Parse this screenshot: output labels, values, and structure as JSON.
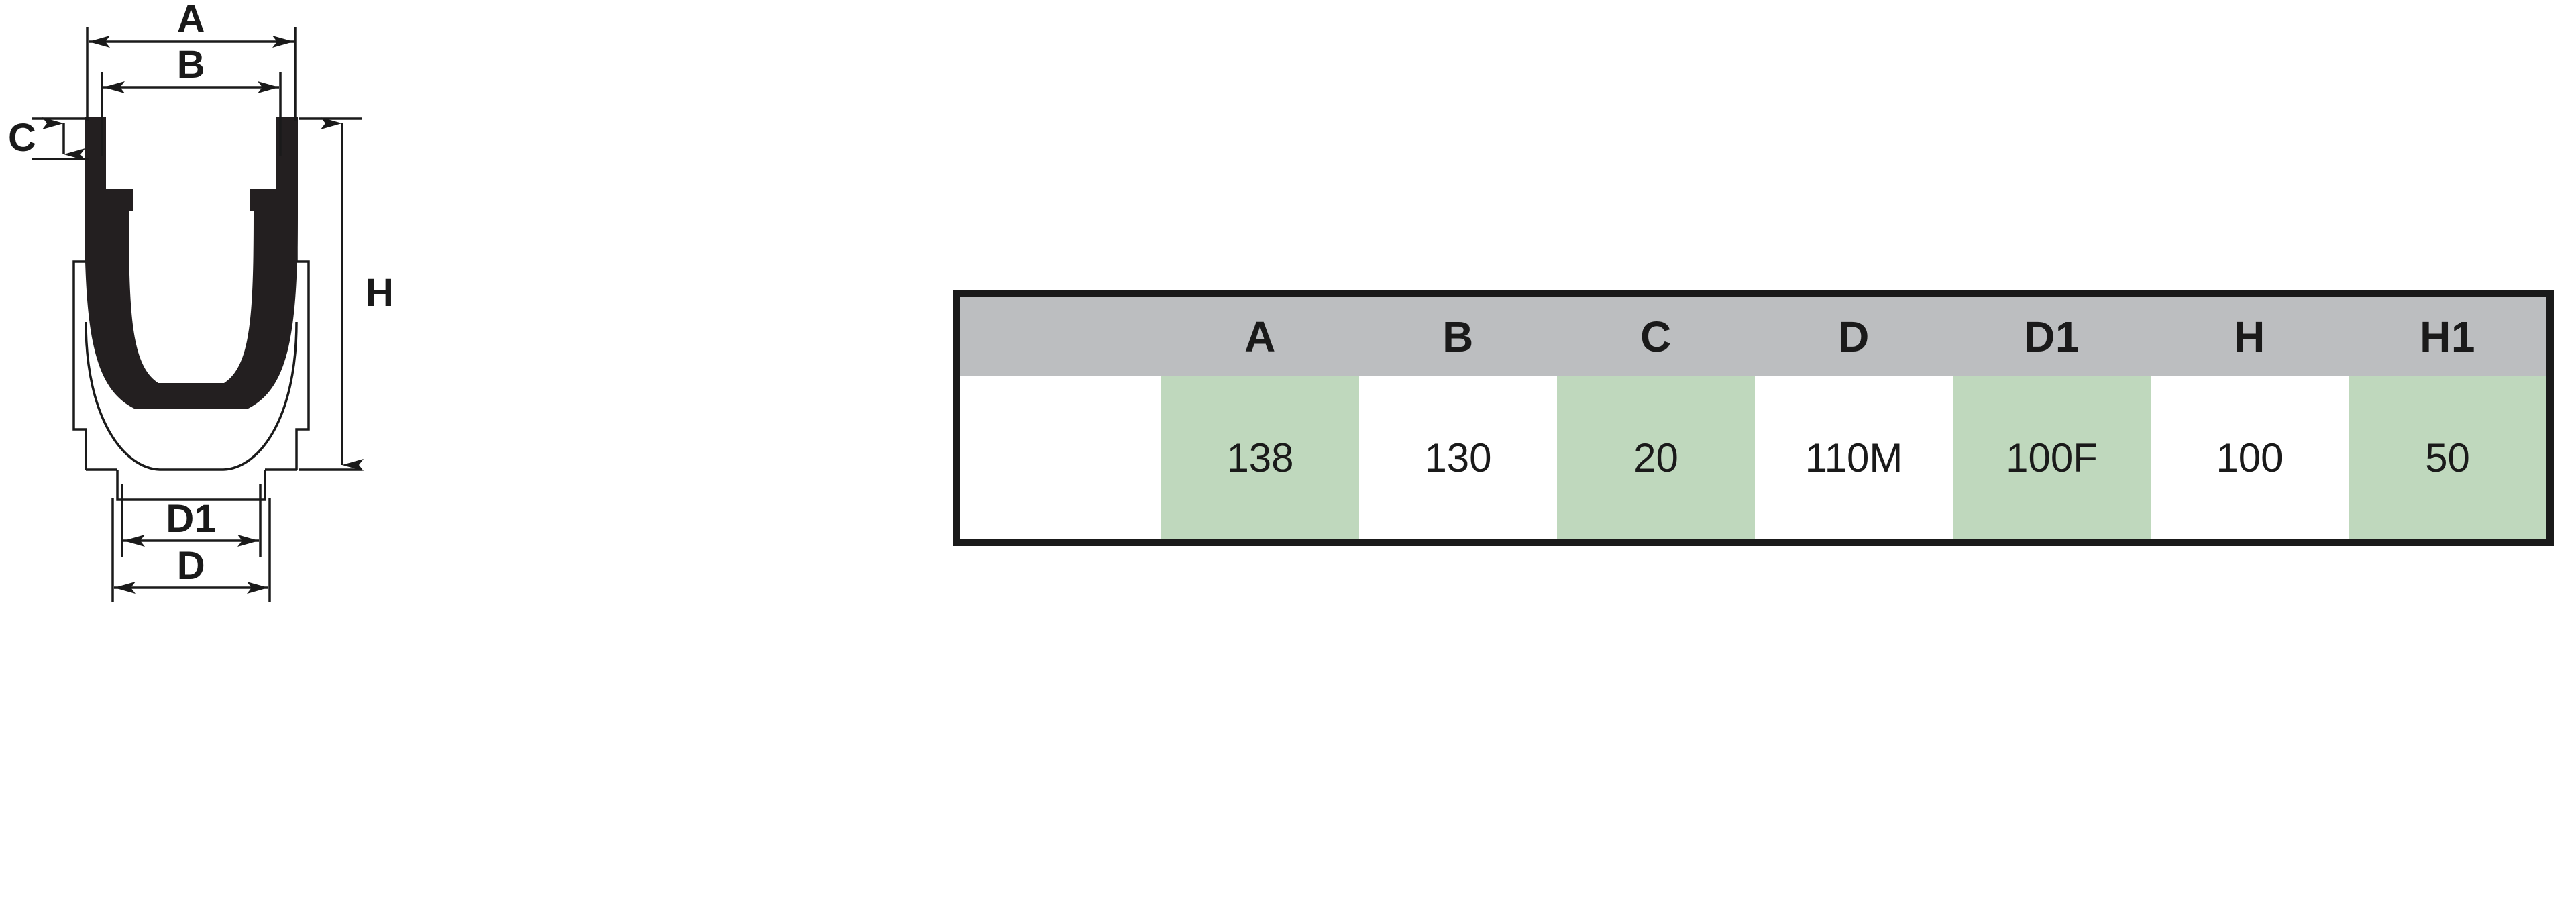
{
  "drawing": {
    "title": "drainage-channel-cross-section",
    "dimension_labels": [
      {
        "id": "A",
        "text": "A",
        "orientation": "horizontal",
        "position": "top-outer"
      },
      {
        "id": "B",
        "text": "B",
        "orientation": "horizontal",
        "position": "top-inner"
      },
      {
        "id": "C",
        "text": "C",
        "orientation": "vertical",
        "position": "left"
      },
      {
        "id": "H",
        "text": "H",
        "orientation": "vertical",
        "position": "right"
      },
      {
        "id": "D1",
        "text": "D1",
        "orientation": "horizontal",
        "position": "bottom-inner"
      },
      {
        "id": "D",
        "text": "D",
        "orientation": "horizontal",
        "position": "bottom-outer"
      }
    ],
    "colors": {
      "profile": "#231f20",
      "outline": "#1a1a1a",
      "background": "#ffffff"
    }
  },
  "table": {
    "name": "dimension-table",
    "columns": [
      "",
      "A",
      "B",
      "C",
      "D",
      "D1",
      "H",
      "H1"
    ],
    "headers": {
      "blank": "",
      "A": "A",
      "B": "B",
      "C": "C",
      "D": "D",
      "D1": "D1",
      "H": "H",
      "H1": "H1"
    },
    "rows": [
      {
        "label": "",
        "cells": [
          {
            "key": "A",
            "value": "138",
            "highlight": true
          },
          {
            "key": "B",
            "value": "130",
            "highlight": false
          },
          {
            "key": "C",
            "value": "20",
            "highlight": true
          },
          {
            "key": "D",
            "value": "110M",
            "highlight": false
          },
          {
            "key": "D1",
            "value": "100F",
            "highlight": true
          },
          {
            "key": "H",
            "value": "100",
            "highlight": false
          },
          {
            "key": "H1",
            "value": "50",
            "highlight": true
          }
        ]
      }
    ],
    "colors": {
      "header_bg": "#bcbec0",
      "highlight_bg": "#bfd8bd",
      "cell_bg": "#ffffff",
      "border": "#1a1a1a"
    }
  }
}
